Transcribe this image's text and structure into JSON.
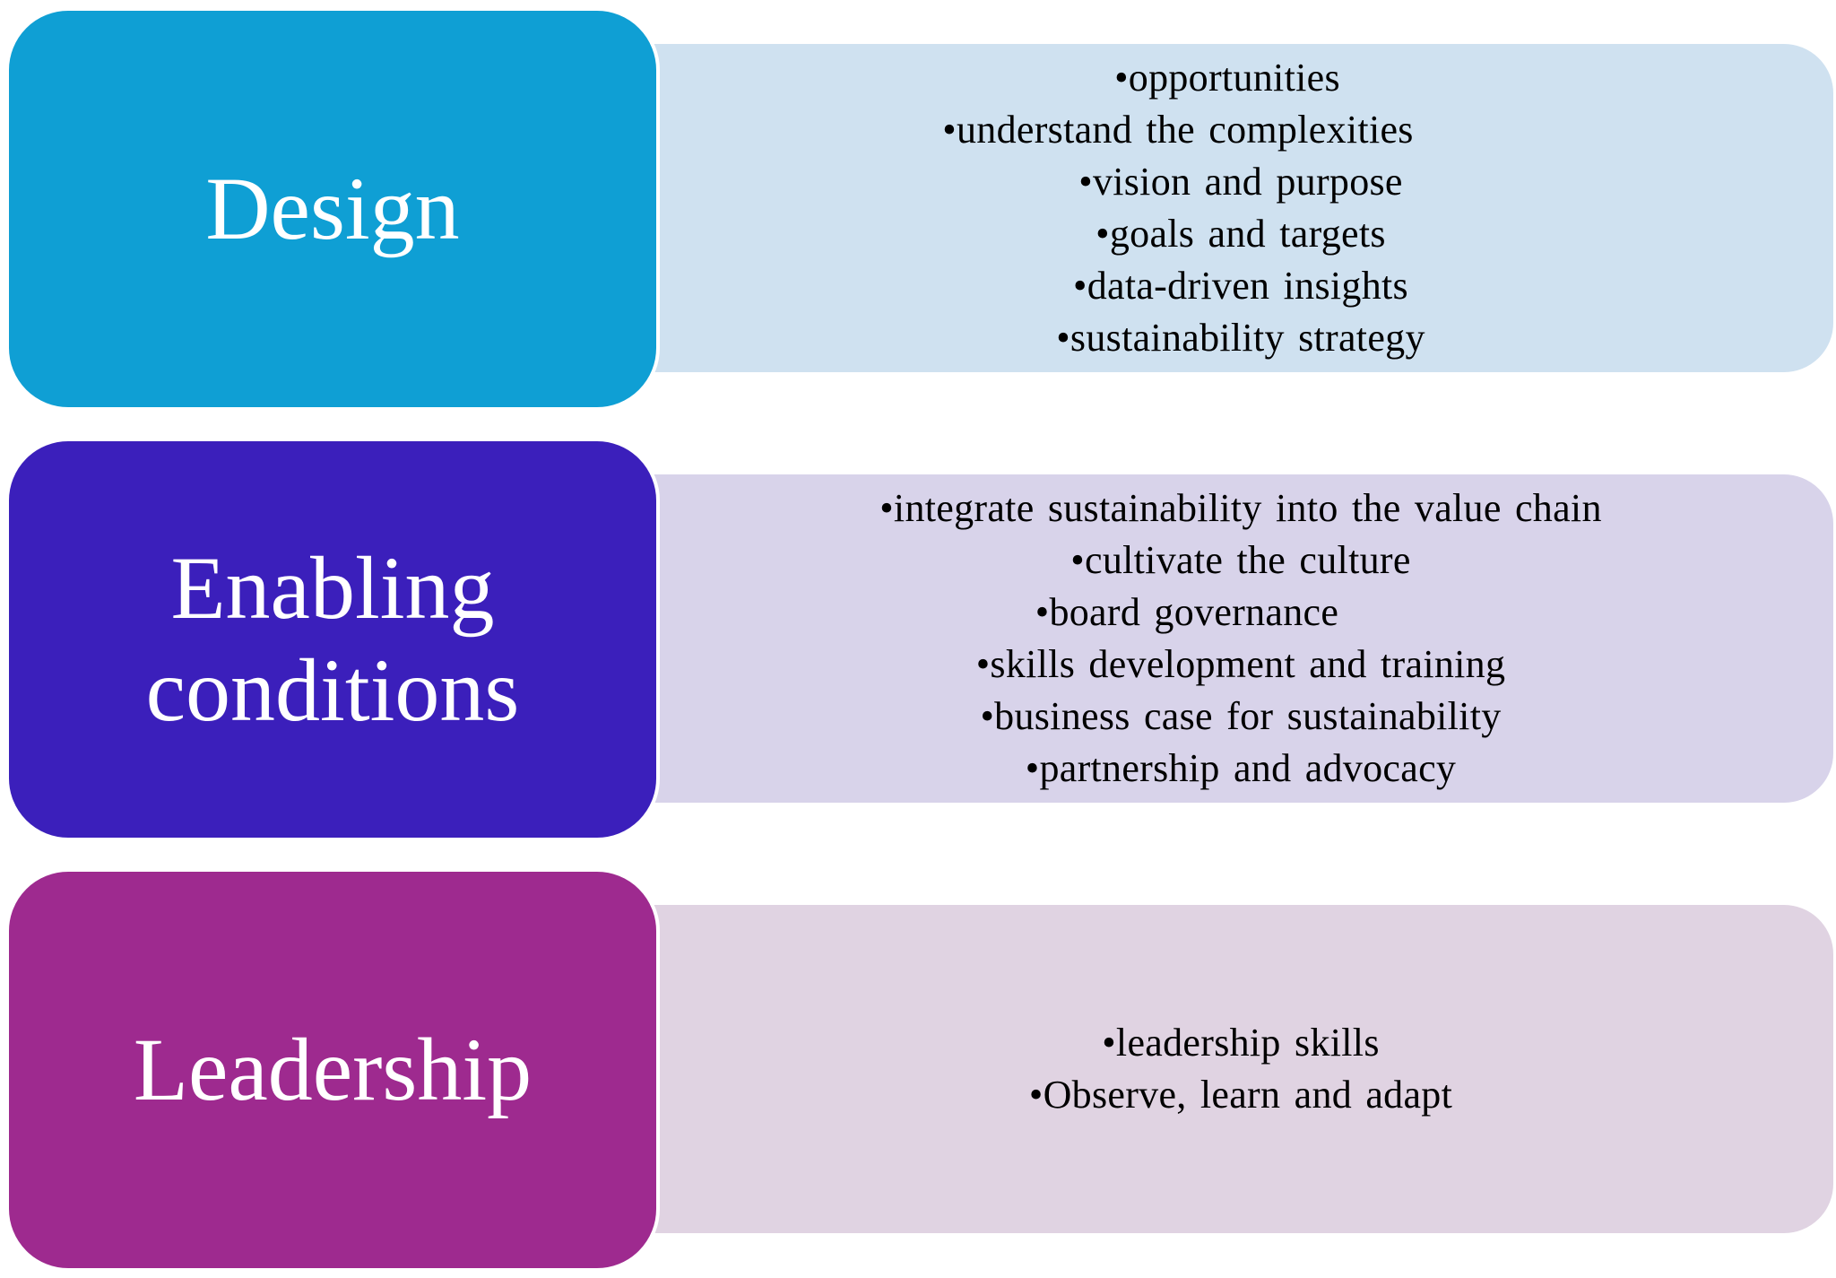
{
  "rows": [
    {
      "title": "Design",
      "title_color": "#0f9fd4",
      "panel_color": "#cfe1f0",
      "items": [
        "•opportunities",
        "•understand the complexities",
        "•vision and purpose",
        "•goals and targets",
        "•data-driven insights",
        "•sustainability strategy"
      ]
    },
    {
      "title": "Enabling\nconditions",
      "title_color": "#3b1fbb",
      "panel_color": "#d8d3ea",
      "items": [
        "•integrate sustainability into the value chain",
        "•cultivate the culture",
        "•board governance",
        "•skills development and training",
        "•business case for sustainability",
        "•partnership and advocacy"
      ]
    },
    {
      "title": "Leadership",
      "title_color": "#9e2a8f",
      "panel_color": "#e0d3e2",
      "items": [
        "•leadership skills",
        "•Observe, learn and adapt"
      ]
    }
  ]
}
